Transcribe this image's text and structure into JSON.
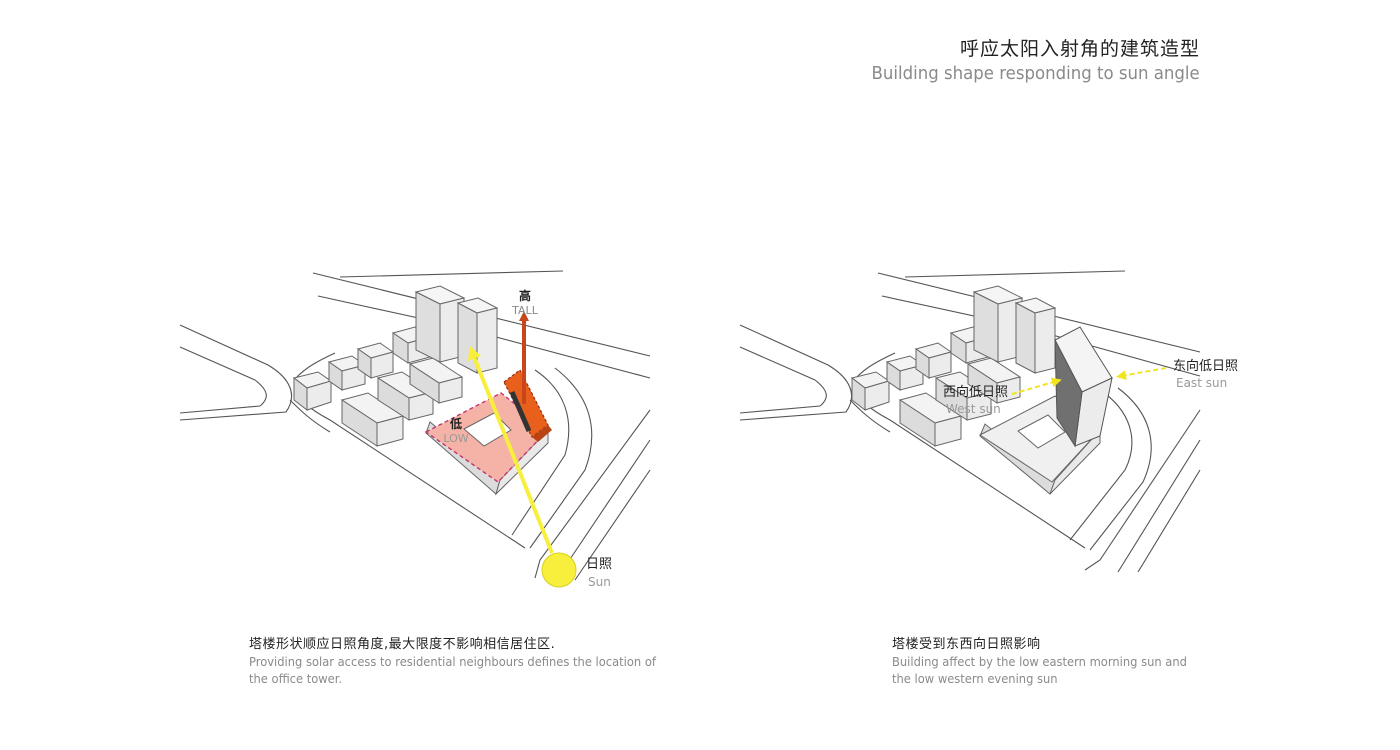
{
  "header": {
    "title_zh": "呼应太阳入射角的建筑造型",
    "title_en": "Building shape responding to sun angle"
  },
  "left_diagram": {
    "tall_zh": "高",
    "tall_en": "TALL",
    "low_zh": "低",
    "low_en": "LOW",
    "sun_zh": "日照",
    "sun_en": "Sun",
    "caption_zh": "塔楼形状顺应日照角度,最大限度不影响相信居住区.",
    "caption_en_line1": "Providing solar access to residential neighbours defines the location of",
    "caption_en_line2": "the office tower."
  },
  "right_diagram": {
    "east_zh": "东向低日照",
    "east_en": "East sun",
    "west_zh": "西向低日照",
    "west_en": "West sun",
    "caption_zh": "塔楼受到东西向日照影响",
    "caption_en_line1": "Building affect by the low eastern morning sun and",
    "caption_en_line2": "the low western evening sun"
  },
  "colors": {
    "sun_yellow": "#f7ef3c",
    "tower_orange": "#e8601c",
    "arrow_red": "#c9451c",
    "podium_pink": "#f4b3a6",
    "dash_magenta": "#c2366e",
    "facade_grey": "#707070",
    "building_face": "#ececec"
  }
}
